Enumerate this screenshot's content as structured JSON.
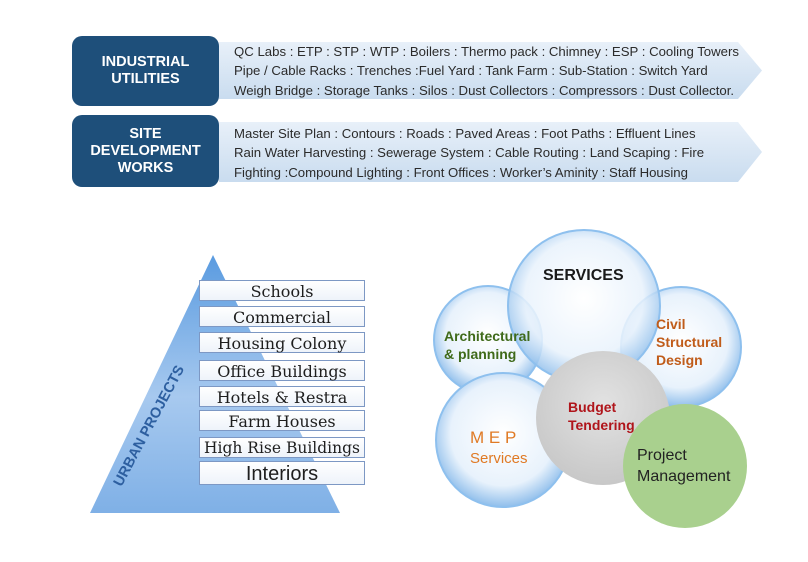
{
  "top_sections": [
    {
      "label_lines": [
        "INDUSTRIAL",
        "UTILITIES"
      ],
      "items_lines": [
        "QC Labs : ETP : STP : WTP : Boilers : Thermo pack : Chimney : ESP : Cooling Towers",
        "Pipe / Cable Racks : Trenches :Fuel Yard : Tank Farm : Sub-Station : Switch Yard",
        "Weigh Bridge : Storage Tanks : Silos : Dust Collectors : Compressors : Dust Collector."
      ]
    },
    {
      "label_lines": [
        "SITE",
        "DEVELOPMENT",
        "WORKS"
      ],
      "items_lines": [
        "Master Site Plan : Contours : Roads : Paved Areas : Foot Paths :  Effluent Lines",
        "Rain Water Harvesting : Sewerage System : Cable Routing : Land  Scaping :  Fire",
        "Fighting :Compound Lighting : Front Offices : Worker’s Aminity :  Staff Housing"
      ]
    }
  ],
  "urban_projects": {
    "title": "URBAN PROJECTS",
    "items": [
      "Schools",
      "Commercial",
      "Housing Colony",
      "Office Buildings",
      "Hotels & Restra",
      "Farm Houses",
      "High Rise Buildings",
      "Interiors"
    ]
  },
  "services": {
    "center": "SERVICES",
    "architectural": [
      "Architectural",
      "& planning"
    ],
    "civil": [
      "Civil",
      "Structural",
      "Design"
    ],
    "mep": [
      "M E P",
      "Services"
    ],
    "budget": [
      "Budget",
      "Tendering"
    ],
    "project": [
      "Project",
      "Management"
    ]
  },
  "colors": {
    "label_box": "#1e4f7a",
    "arrow": "#d6e5f3",
    "triangle": "#4a8fd4",
    "bubble": "#7db4e8",
    "architectural_text": "#3f6a1a",
    "civil_text": "#c05c1a",
    "mep_text": "#e07a25",
    "budget_text": "#b0151b",
    "project_fill": "#a9d08e"
  }
}
